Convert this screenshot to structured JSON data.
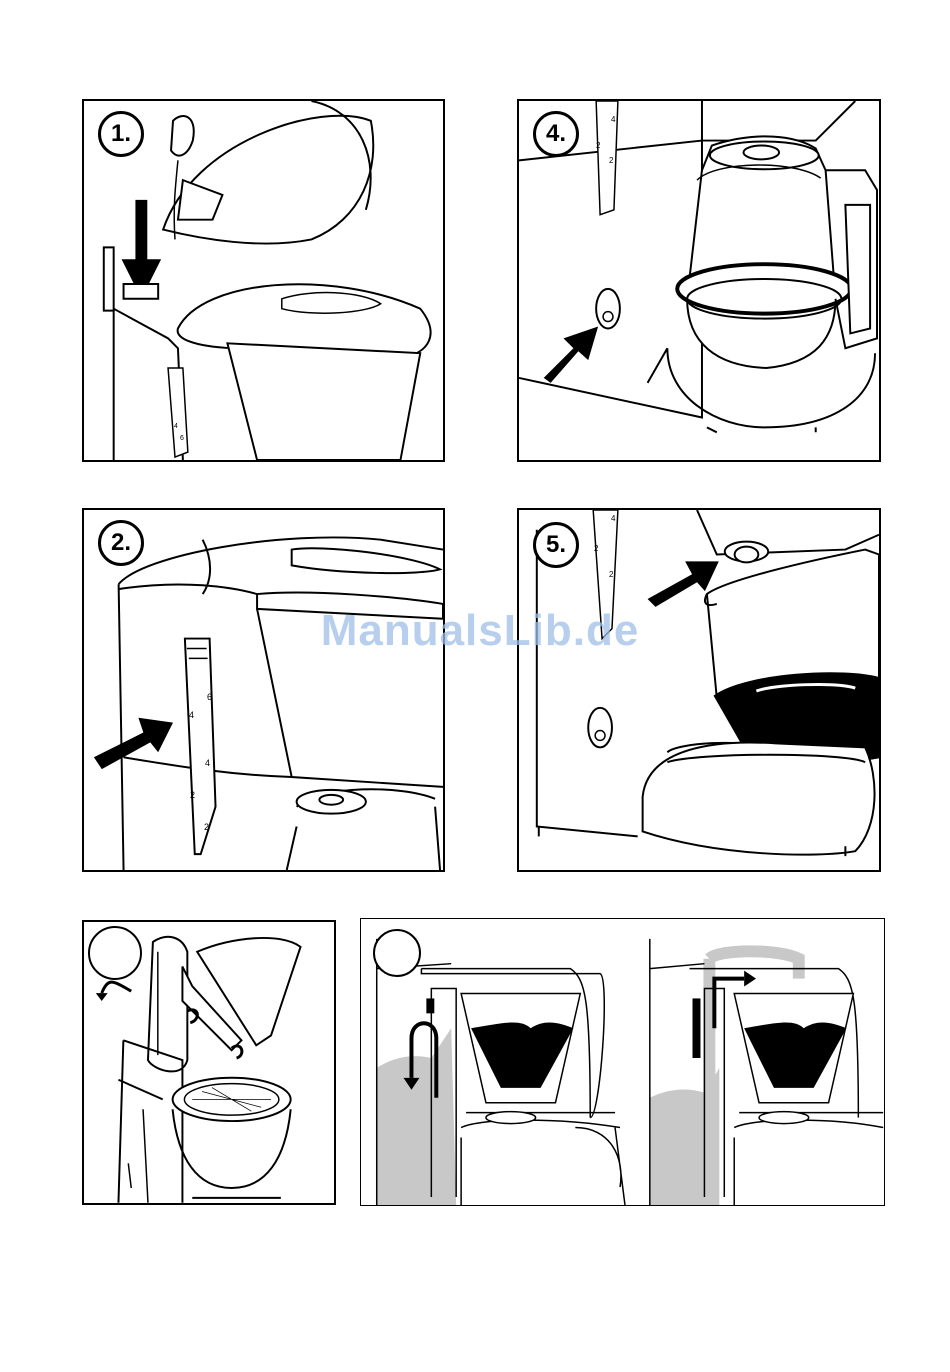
{
  "watermark": "ManualsLib.de",
  "panels": [
    {
      "step": "1.",
      "scale": [
        "4",
        "6"
      ]
    },
    {
      "step": "4.",
      "scale": [
        "4",
        "2",
        "2"
      ]
    },
    {
      "step": "2.",
      "scale": [
        "6",
        "4",
        "4",
        "2",
        "2"
      ]
    },
    {
      "step": "5.",
      "scale": [
        "4",
        "2",
        "2"
      ]
    },
    {
      "step": ""
    },
    {
      "step": ""
    }
  ]
}
